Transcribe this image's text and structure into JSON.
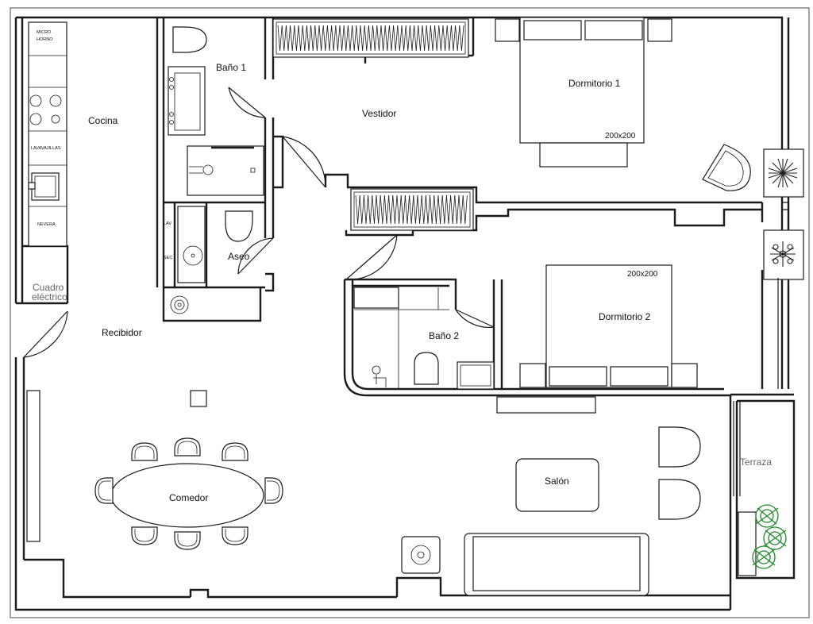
{
  "rooms": {
    "cocina": "Cocina",
    "bano1": "Baño 1",
    "vestidor": "Vestidor",
    "dormitorio1": "Dormitorio 1",
    "aseo": "Aseo",
    "recibidor": "Recibidor",
    "bano2": "Baño 2",
    "dormitorio2": "Dormitorio 2",
    "comedor": "Comedor",
    "salon": "Salón",
    "terraza": "Terraza"
  },
  "cuadro": {
    "line1": "Cuadro",
    "line2": "eléctrico"
  },
  "kitchen_units": {
    "micro_line1": "MICRO",
    "micro_line2": "HORNO",
    "lavavajillas": "LAVAVAJILLAS",
    "nevera": "NEVERA"
  },
  "laundry": {
    "lav": "LAV",
    "sec": "SEC"
  },
  "beds": {
    "bed1_size": "200x200",
    "bed2_size": "200x200"
  },
  "colors": {
    "walls": "#1a1a1a",
    "plants": "#1f8a2a",
    "label_grey": "#666666"
  }
}
